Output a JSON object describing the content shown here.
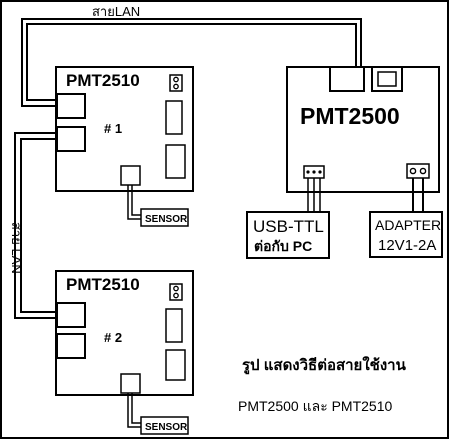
{
  "colors": {
    "line": "#000000",
    "background": "#ffffff"
  },
  "cables": {
    "top_label": "สายLAN",
    "side_label": "สาย LAN"
  },
  "board_1": {
    "title": "PMT2510",
    "number": "# 1",
    "sensor_label": "SENSOR"
  },
  "board_2": {
    "title": "PMT2510",
    "number": "# 2",
    "sensor_label": "SENSOR"
  },
  "controller": {
    "title": "PMT2500"
  },
  "usb_ttl": {
    "line1": "USB-TTL",
    "line2": "ต่อกับ PC"
  },
  "adapter": {
    "line1": "ADAPTER",
    "line2": "12V1-2A"
  },
  "caption": {
    "line1": "รูป แสดงวิธีต่อสายใช้งาน",
    "line2": "PMT2500 และ PMT2510"
  }
}
